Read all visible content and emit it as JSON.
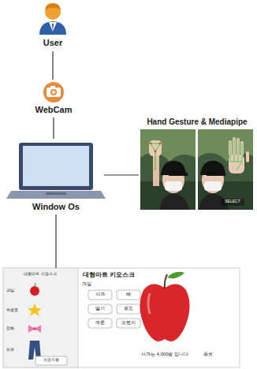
{
  "diagram": {
    "nodes": [
      {
        "text": [
          "User"
        ]
      },
      {
        "text": [
          "WebCam"
        ]
      },
      {
        "text": [
          "Window Os"
        ]
      },
      {
        "text": [
          "Hand Gesture & Mediapipe"
        ]
      },
      {
        "text": [
          "대형마트 키오스크"
        ]
      }
    ],
    "edges": [
      {
        "from": 0,
        "to": 1,
        "arrow": "none"
      },
      {
        "from": 1,
        "to": 2,
        "arrow": "none"
      },
      {
        "from": 2,
        "to": 3,
        "arrow": "none"
      },
      {
        "from": 2,
        "to": 4,
        "arrow": "none"
      }
    ],
    "labels": [
      "SELECT",
      "대형마트 키오스크",
      "과일",
      "학용품",
      "잡화",
      "의류",
      "처음으로",
      "과일",
      "사과",
      "배",
      "딸기",
      "포도",
      "메론",
      "오렌지",
      "사과는 4,000원 입니다",
      "종료"
    ]
  }
}
